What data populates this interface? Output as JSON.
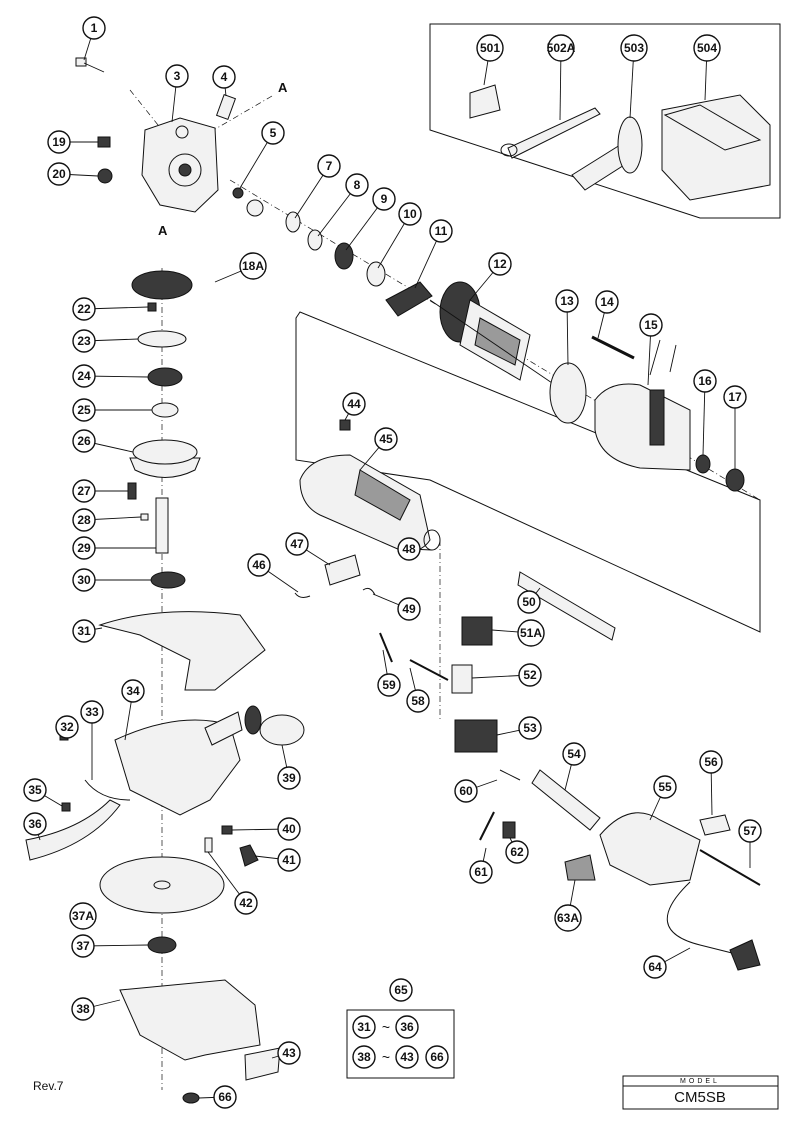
{
  "colors": {
    "ink": "#111111",
    "paper": "#ffffff",
    "part_fill": "#f2f2f2",
    "shade": "#3a3a3a"
  },
  "section_marker": "A",
  "revision": "Rev.7",
  "model": {
    "caption": "MODEL",
    "name": "CM5SB"
  },
  "kit_box": {
    "title": "65",
    "rows": [
      {
        "from": "31",
        "separator": "~",
        "to": "36",
        "extra": ""
      },
      {
        "from": "38",
        "separator": "~",
        "to": "43",
        "extra": "66"
      }
    ]
  },
  "accessories": [
    "501",
    "502A",
    "503",
    "504"
  ],
  "callouts": [
    "1",
    "3",
    "4",
    "5",
    "7",
    "8",
    "9",
    "10",
    "11",
    "12",
    "13",
    "14",
    "15",
    "16",
    "17",
    "18A",
    "19",
    "20",
    "22",
    "23",
    "24",
    "25",
    "26",
    "27",
    "28",
    "29",
    "30",
    "31",
    "32",
    "33",
    "34",
    "35",
    "36",
    "37A",
    "37",
    "38",
    "39",
    "40",
    "41",
    "42",
    "43",
    "44",
    "45",
    "46",
    "47",
    "48",
    "49",
    "50",
    "51A",
    "52",
    "53",
    "54",
    "55",
    "56",
    "57",
    "58",
    "59",
    "60",
    "61",
    "62",
    "63A",
    "64",
    "66"
  ]
}
